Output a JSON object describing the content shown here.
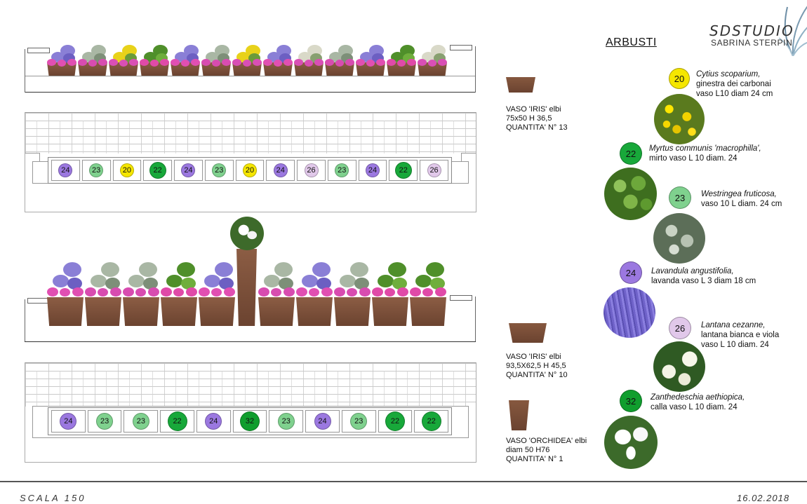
{
  "header": {
    "section_title": "ARBUSTI",
    "studio_logo": {
      "line1": "SDSTUDIO",
      "line2": "SABRINA STERPIN"
    }
  },
  "footer": {
    "scale": "SCALA 150",
    "date": "16.02.2018"
  },
  "colors": {
    "20": "#f5e600",
    "22": "#18a83a",
    "23": "#7fd18e",
    "24": "#9b78e0",
    "26": "#e1c8ea",
    "32": "#109e2e",
    "pot": "#7a4d38"
  },
  "plan_top": {
    "codes": [
      "24",
      "23",
      "20",
      "22",
      "24",
      "23",
      "20",
      "24",
      "26",
      "23",
      "24",
      "22",
      "26"
    ]
  },
  "plan_bottom": {
    "codes": [
      "24",
      "23",
      "23",
      "22",
      "24",
      "32",
      "23",
      "24",
      "23",
      "22",
      "22"
    ]
  },
  "vasi": [
    {
      "line1": "VASO 'IRIS' elbi",
      "line2": "75x50 H 36,5",
      "line3": "QUANTITA'  N° 13"
    },
    {
      "line1": "VASO 'IRIS' elbi",
      "line2": "93,5X62,5 H 45,5",
      "line3": "QUANTITA'  N° 10"
    },
    {
      "line1": "VASO 'ORCHIDEA' elbi",
      "line2": "diam 50 H76",
      "line3": "QUANTITA'  N° 1"
    }
  ],
  "plants": [
    {
      "code": "20",
      "name": "Cytius scoparium,",
      "line2": "ginestra dei carbonai",
      "line3": "vaso L10 diam 24 cm",
      "photo_icon": "yellow-broom-photo"
    },
    {
      "code": "22",
      "name": "Myrtus communis 'macrophilla',",
      "line2": "mirto vaso L 10 diam. 24",
      "line3": "",
      "photo_icon": "myrtle-photo"
    },
    {
      "code": "23",
      "name": "Westringea fruticosa,",
      "line2": "vaso 10 L diam. 24 cm",
      "line3": "",
      "photo_icon": "westringea-photo"
    },
    {
      "code": "24",
      "name": "Lavandula angustifolia,",
      "line2": "lavanda  vaso L 3 diam 18 cm",
      "line3": "",
      "photo_icon": "lavender-photo"
    },
    {
      "code": "26",
      "name": "Lantana cezanne,",
      "line2": "lantana bianca e viola",
      "line3": "vaso L 10 diam. 24",
      "photo_icon": "lantana-photo"
    },
    {
      "code": "32",
      "name": "Zanthedeschia aethiopica,",
      "line2": "calla vaso L 10 diam. 24",
      "line3": "",
      "photo_icon": "calla-photo"
    }
  ]
}
